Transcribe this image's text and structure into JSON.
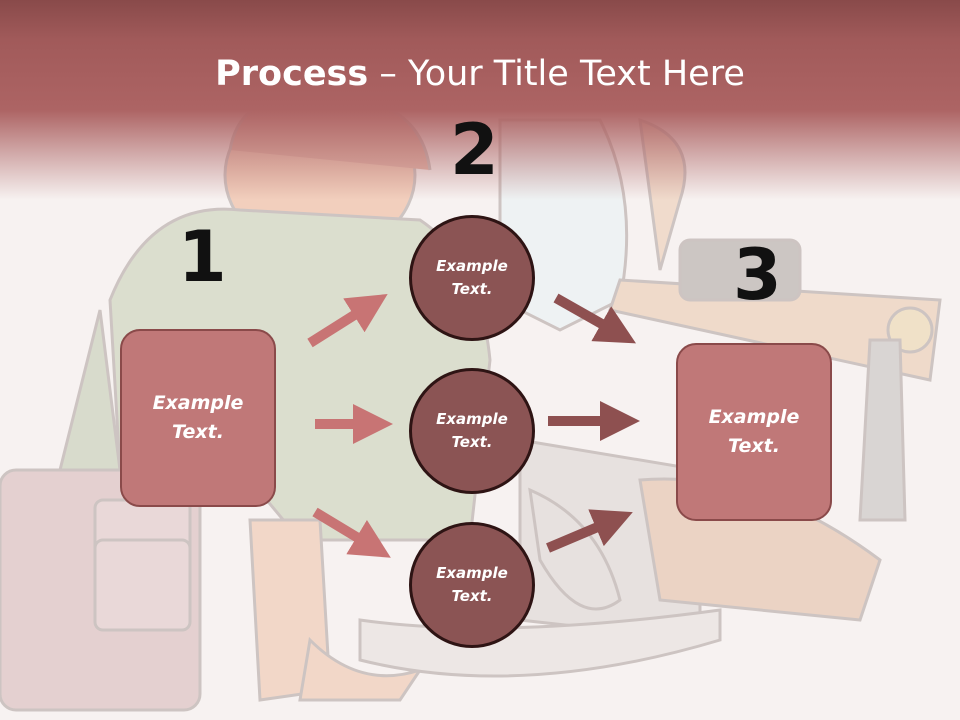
{
  "title": {
    "bold": "Process",
    "rest": " – Your Title Text Here"
  },
  "steps": [
    {
      "number": "1",
      "text": "Example Text."
    },
    {
      "number": "2",
      "items": [
        {
          "text": "Example Text."
        },
        {
          "text": "Example Text."
        },
        {
          "text": "Example Text."
        }
      ]
    },
    {
      "number": "3",
      "text": "Example Text."
    }
  ],
  "colors": {
    "header": "#a85f5f",
    "box_fill": "#c07878",
    "circle_fill": "#8b5454",
    "arrow_left": "#c87474",
    "arrow_right": "#8e5050"
  }
}
